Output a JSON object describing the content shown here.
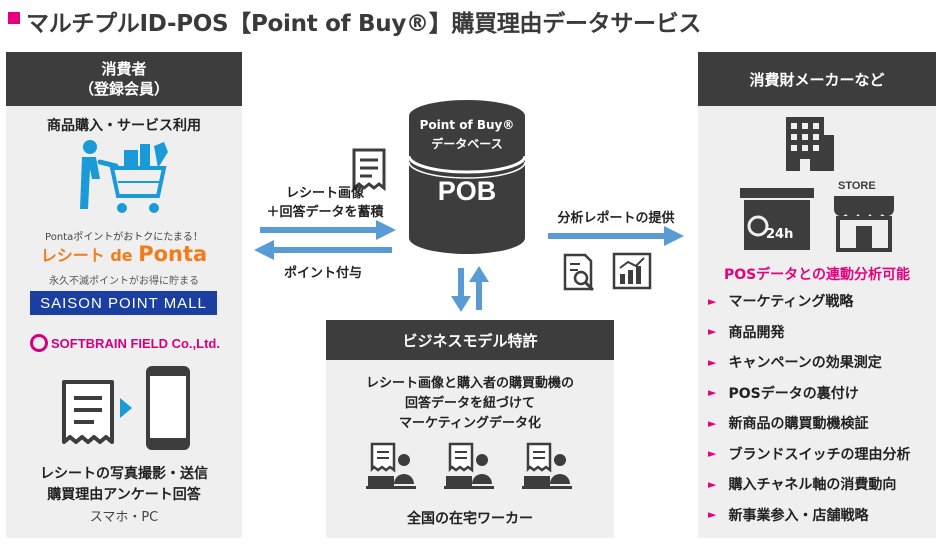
{
  "title": "マルチプルID-POS【Point of Buy®】購買理由データサービス",
  "left_panel": {
    "header_line1": "消費者",
    "header_line2": "（登録会員）",
    "purchase_label": "商品購入・サービス利用",
    "ponta_tagline": "Pontaポイントがおトクにたまる！",
    "ponta_logo_pre": "レシート de",
    "ponta_logo_word": "Ponta",
    "ponta_sub": "永久不滅ポイントがお得に貯まる",
    "saison_label": "SAISON POINT MALL",
    "softbrain_label": "SOFTBRAIN FIELD Co.,Ltd.",
    "bottom_line1": "レシートの写真撮影・送信",
    "bottom_line2": "購買理由アンケート回答",
    "bottom_line3": "スマホ・PC"
  },
  "center": {
    "receipt_text_line1": "レシート画像",
    "receipt_text_line2": "＋回答データを蓄積",
    "point_text": "ポイント付与",
    "db_line1": "Point of Buy®",
    "db_line2": "データベース",
    "db_main": "POB",
    "patent_header": "ビジネスモデル特許",
    "patent_line1": "レシート画像と購入者の購買動機の",
    "patent_line2": "回答データを紐づけて",
    "patent_line3": "マーケティングデータ化",
    "workers_label": "全国の在宅ワーカー"
  },
  "report_label": "分析レポートの提供",
  "right_panel": {
    "header": "消費財メーカーなど",
    "store_label": "STORE",
    "conv_label": "24h",
    "pos_link": "POSデータとの連動分析可能",
    "items": [
      "マーケティング戦略",
      "商品開発",
      "キャンペーンの効果測定",
      "POSデータの裏付け",
      "新商品の購買動機検証",
      "ブランドスイッチの理由分析",
      "購入チャネル軸の消費動向",
      "新事業参入・店舗戦略"
    ]
  },
  "colors": {
    "accent": "#e6007e",
    "arrow": "#5b9bd5",
    "dark": "#3d3d3d",
    "panel": "#efefef",
    "shopper": "#1a9ad6",
    "ponta_orange": "#f07c1a",
    "saison_blue": "#1b3fa0",
    "softbrain_magenta": "#d6007e"
  }
}
